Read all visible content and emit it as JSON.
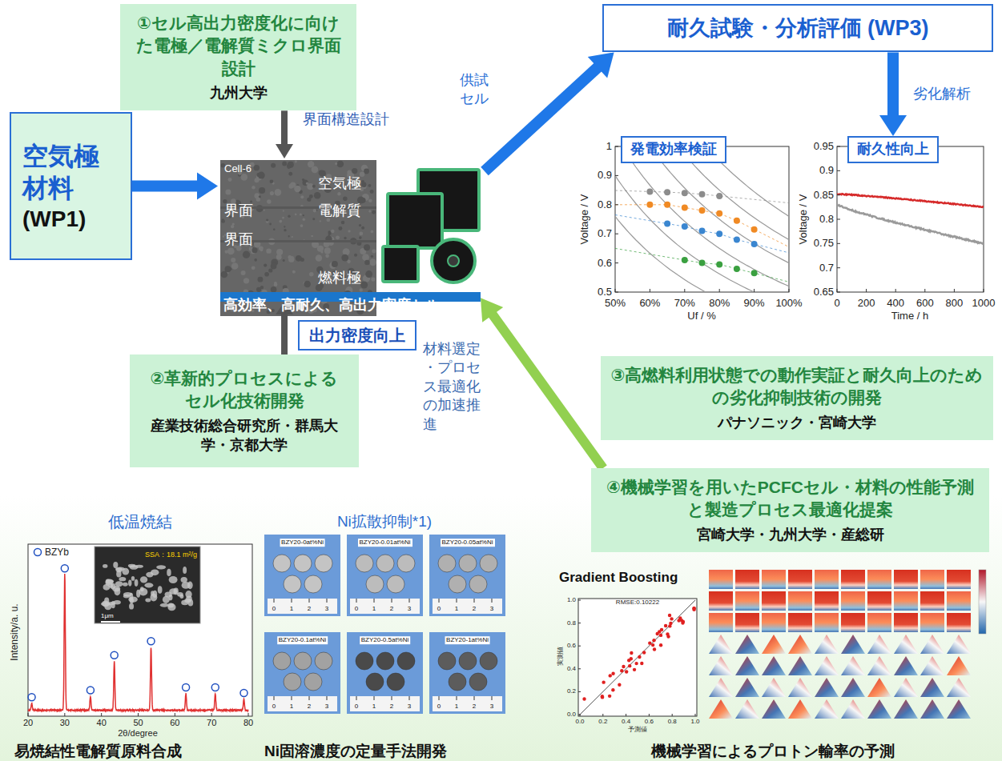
{
  "diagram": {
    "nodes": [
      {
        "text": [
          "①セル高出力密度化に向けた電極／電解質ミクロ界面設計",
          "九州大学"
        ]
      },
      {
        "text": [
          "耐久試験・分析評価 (WP3)"
        ]
      },
      {
        "text": [
          "空気極材料",
          "(WP1)"
        ]
      },
      {
        "text": [
          "Cell-6",
          "空気極",
          "界面",
          "電解質",
          "界面",
          "燃料極"
        ]
      },
      {
        "text": [
          "高効率、高耐久、高出力密度セル"
        ],
        "in": 3
      },
      {
        "text": [
          "発電効率検証"
        ]
      },
      {
        "text": [
          "耐久性向上"
        ]
      },
      {
        "text": [
          "出力密度向上"
        ]
      },
      {
        "text": [
          "③高燃料利用状態での動作実証と耐久向上のための劣化抑制技術の開発",
          "パナソニック・宮崎大学"
        ]
      },
      {
        "text": [
          "②革新的プロセスによるセル化技術開発",
          "産業技術総合研究所・群馬大学・京都大学"
        ]
      },
      {
        "text": [
          "④機械学習を用いたPCFCセル・材料の性能予測と製造プロセス最適化提案",
          "宮崎大学・九州大学・産総研"
        ]
      }
    ],
    "edges": [
      {
        "from": 2,
        "to": 3,
        "arrow": "to"
      },
      {
        "from": 0,
        "to": 3,
        "label": "界面構造設計",
        "arrow": "to"
      },
      {
        "from": 3,
        "to": 1,
        "label": "供試セル",
        "arrow": "to"
      },
      {
        "from": 1,
        "to": 6,
        "label": "劣化解析",
        "arrow": "to"
      },
      {
        "from": 9,
        "to": 4,
        "arrow": "to"
      },
      {
        "from": 10,
        "to": 4,
        "label": "材料選定・プロセス最適化の加速推進",
        "arrow": "to"
      }
    ],
    "labels": [
      "0.5",
      "0.6",
      "0.7",
      "0.8",
      "0.9",
      "1",
      "50%",
      "60%",
      "70%",
      "80%",
      "90%",
      "100%",
      "Voltage / V",
      "Uf / %",
      "0.65",
      "0.7",
      "0.75",
      "0.8",
      "0.85",
      "0.9",
      "0.95",
      "0",
      "200",
      "400",
      "600",
      "800",
      "1000",
      "Voltage / V",
      "Time / h",
      "低温焼結",
      "BZYb",
      "SSA：18.1 m²/g",
      "1μm",
      "Intensity/a. u.",
      "20",
      "30",
      "40",
      "50",
      "60",
      "70",
      "80",
      "2θ/degree",
      "易焼結性電解質原料合成",
      "Ni拡散抑制*1)",
      "BZY20-0at%Ni",
      "BZY20-0.01at%Ni",
      "BZY20-0.05at%Ni",
      "BZY20-0.1at%Ni",
      "BZY20-0.5at%Ni",
      "BZY20-1at%Ni",
      "0",
      "1",
      "2",
      "3",
      "0",
      "1",
      "2",
      "3",
      "0",
      "1",
      "2",
      "3",
      "0",
      "1",
      "2",
      "3",
      "0",
      "1",
      "2",
      "3",
      "0",
      "1",
      "2",
      "3",
      "Ni固溶濃度の定量手法開発",
      "Gradient Boosting",
      "RMSE:0.10222",
      "0.0",
      "0.2",
      "0.4",
      "0.6",
      "0.8",
      "1.0",
      "0.0",
      "0.2",
      "0.4",
      "0.6",
      "0.8",
      "1.0",
      "実測値",
      "予測値",
      "機械学習によるプロトン輸率の予測"
    ]
  }
}
